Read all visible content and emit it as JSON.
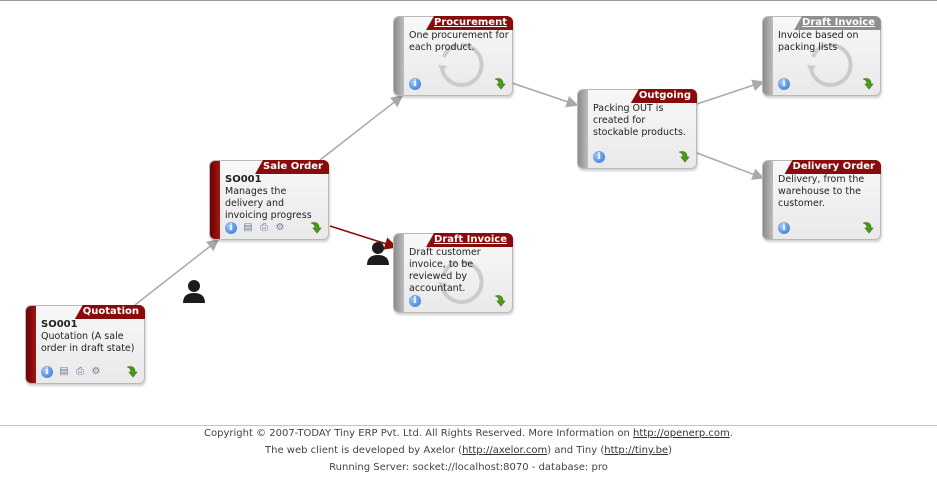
{
  "nodes": {
    "quotation": {
      "title": "Quotation",
      "code": "SO001",
      "description": "Quotation (A sale order in draft state)"
    },
    "sale_order": {
      "title": "Sale Order",
      "code": "SO001",
      "description": "Manages the delivery and invoicing progress"
    },
    "procurement": {
      "title": "Procurement",
      "description": "One procurement for each product."
    },
    "draft_invoice_1": {
      "title": "Draft Invoice",
      "description": "Draft customer invoice, to be reviewed by accountant."
    },
    "outgoing": {
      "title": "Outgoing",
      "description": "Packing OUT is created for stockable products."
    },
    "draft_invoice_2": {
      "title": "Draft Invoice",
      "description": "Invoice based on packing lists"
    },
    "delivery_order": {
      "title": "Delivery Order",
      "description": "Delivery, from the warehouse to the customer."
    }
  },
  "icons": {
    "info": "i",
    "open": "folder-icon",
    "print": "print-icon",
    "config": "gears-icon",
    "next": "green-arrow-icon",
    "cycle": "cycle-arrows-icon",
    "user": "user-icon"
  },
  "colors": {
    "active_tab": "#8a0b0b",
    "inactive_tab": "#8f8f8f",
    "link_line": "#a9a9a9",
    "active_link": "#8a0b0b"
  },
  "footer": {
    "line1_prefix": "Copyright © 2007-TODAY Tiny ERP Pvt. Ltd. All Rights Reserved. More Information on ",
    "line1_link": "http://openerp.com",
    "line1_suffix": ".",
    "line2_prefix": "The web client is developed by Axelor (",
    "line2_link1": "http://axelor.com",
    "line2_mid": ") and Tiny (",
    "line2_link2": "http://tiny.be",
    "line2_suffix": ")",
    "line3": "Running Server: socket://localhost:8070 - database: pro"
  }
}
